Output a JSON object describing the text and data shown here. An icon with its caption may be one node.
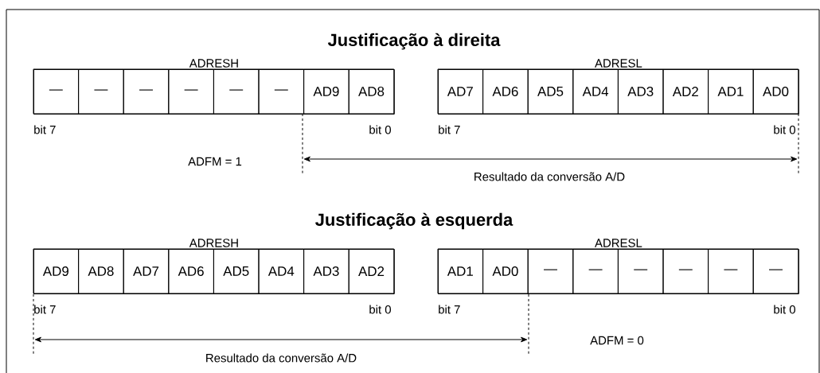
{
  "diagram": {
    "nodes": [
      {
        "text": [
          "ADRESH"
        ],
        "beside": [
          "bit 7",
          "bit 0"
        ]
      },
      {
        "text": [
          "—"
        ],
        "in": 0
      },
      {
        "text": [
          "—"
        ],
        "in": 0
      },
      {
        "text": [
          "—"
        ],
        "in": 0
      },
      {
        "text": [
          "—"
        ],
        "in": 0
      },
      {
        "text": [
          "—"
        ],
        "in": 0
      },
      {
        "text": [
          "—"
        ],
        "in": 0
      },
      {
        "text": [
          "AD9"
        ],
        "in": 0
      },
      {
        "text": [
          "AD8"
        ],
        "in": 0
      },
      {
        "text": [
          "ADRESL"
        ],
        "beside": [
          "bit 7",
          "bit 0"
        ]
      },
      {
        "text": [
          "AD7"
        ],
        "in": 9
      },
      {
        "text": [
          "AD6"
        ],
        "in": 9
      },
      {
        "text": [
          "AD5"
        ],
        "in": 9
      },
      {
        "text": [
          "AD4"
        ],
        "in": 9
      },
      {
        "text": [
          "AD3"
        ],
        "in": 9
      },
      {
        "text": [
          "AD2"
        ],
        "in": 9
      },
      {
        "text": [
          "AD1"
        ],
        "in": 9
      },
      {
        "text": [
          "AD0"
        ],
        "in": 9
      },
      {
        "text": [
          "ADRESH"
        ],
        "beside": [
          "bit 7",
          "bit 0"
        ]
      },
      {
        "text": [
          "AD9"
        ],
        "in": 18
      },
      {
        "text": [
          "AD8"
        ],
        "in": 18
      },
      {
        "text": [
          "AD7"
        ],
        "in": 18
      },
      {
        "text": [
          "AD6"
        ],
        "in": 18
      },
      {
        "text": [
          "AD5"
        ],
        "in": 18
      },
      {
        "text": [
          "AD4"
        ],
        "in": 18
      },
      {
        "text": [
          "AD3"
        ],
        "in": 18
      },
      {
        "text": [
          "AD2"
        ],
        "in": 18
      },
      {
        "text": [
          "ADRESL"
        ],
        "beside": [
          "bit 7",
          "bit 0"
        ]
      },
      {
        "text": [
          "AD1"
        ],
        "in": 27
      },
      {
        "text": [
          "AD0"
        ],
        "in": 27
      },
      {
        "text": [
          "—"
        ],
        "in": 27
      },
      {
        "text": [
          "—"
        ],
        "in": 27
      },
      {
        "text": [
          "—"
        ],
        "in": 27
      },
      {
        "text": [
          "—"
        ],
        "in": 27
      },
      {
        "text": [
          "—"
        ],
        "in": 27
      },
      {
        "text": [
          "—"
        ],
        "in": 27
      }
    ],
    "labels": [
      "Justificação à direita",
      "ADFM = 1",
      "Resultado da conversão A/D",
      "Justificação à esquerda",
      "Resultado da conversão A/D",
      "ADFM = 0"
    ]
  }
}
